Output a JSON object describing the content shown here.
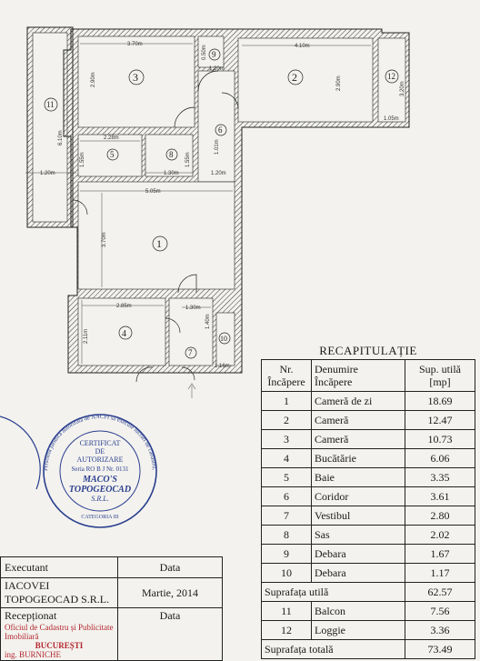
{
  "plan": {
    "rooms": [
      {
        "num": "1"
      },
      {
        "num": "2"
      },
      {
        "num": "3"
      },
      {
        "num": "4"
      },
      {
        "num": "5"
      },
      {
        "num": "6"
      },
      {
        "num": "7"
      },
      {
        "num": "8"
      },
      {
        "num": "9"
      },
      {
        "num": "10"
      },
      {
        "num": "11"
      },
      {
        "num": "12"
      }
    ],
    "dimensions": {
      "d370": "3.70m",
      "d410": "4.10m",
      "d505": "5.05m",
      "d285": "2.85m",
      "d228": "2.28m",
      "d120a": "1.20m",
      "d120b": "1.20m",
      "d120c": "1.20m",
      "d130a": "1.30m",
      "d130b": "1.30m",
      "d155a": "1.55m",
      "d155b": "1.55m",
      "d101": "1.01m",
      "d290": "2.90m",
      "d290b": "2.90m",
      "d370v": "3.70m",
      "d211": "2.11m",
      "d610": "6.10m",
      "d105": "1.05m",
      "d320": "3.20m",
      "d050": "0.50m",
      "d140": "1.40m",
      "d116": "1.16m"
    }
  },
  "recap": {
    "title": "RECAPITULAȚIE",
    "headers": {
      "nr": "Nr.\nÎncăpere",
      "name": "Denumire\nÎncăpere",
      "area": "Sup. utilă\n[mp]"
    },
    "rows": [
      {
        "nr": "1",
        "name": "Cameră de zi",
        "area": "18.69"
      },
      {
        "nr": "2",
        "name": "Cameră",
        "area": "12.47"
      },
      {
        "nr": "3",
        "name": "Cameră",
        "area": "10.73"
      },
      {
        "nr": "4",
        "name": "Bucătărie",
        "area": "6.06"
      },
      {
        "nr": "5",
        "name": "Baie",
        "area": "3.35"
      },
      {
        "nr": "6",
        "name": "Coridor",
        "area": "3.61"
      },
      {
        "nr": "7",
        "name": "Vestibul",
        "area": "2.80"
      },
      {
        "nr": "8",
        "name": "Sas",
        "area": "2.02"
      },
      {
        "nr": "9",
        "name": "Debara",
        "area": "1.67"
      },
      {
        "nr": "10",
        "name": "Debara",
        "area": "1.17"
      }
    ],
    "useful_label": "Suprafața utilă",
    "useful_value": "62.57",
    "extra_rows": [
      {
        "nr": "11",
        "name": "Balcon",
        "area": "7.56"
      },
      {
        "nr": "12",
        "name": "Loggie",
        "area": "3.36"
      }
    ],
    "total_label": "Suprafața totală",
    "total_value": "73.49"
  },
  "stamp": {
    "line1": "CERTIFICAT",
    "line2": "DE",
    "line3": "AUTORIZARE",
    "line4": "Seria RO B J Nr. 0131",
    "line5": "MACO'S",
    "line6": "TOPOGEOCAD",
    "line7": "S.R.L.",
    "arc": "Persoană juridică autorizată de ANCPI să execute lucrări de cadastru, geodezie și cartografie",
    "category": "CATEGORIA III"
  },
  "exec": {
    "executant_label": "Executant",
    "date_label": "Data",
    "executant_name1": "IACOVEI",
    "executant_name2": "TOPOGEOCAD S.R.L.",
    "executant_date": "Martie, 2014",
    "receptionat_label": "Recepționat",
    "receptionat_date_label": "Data",
    "office_line": "Oficiul de Cadastru și Publicitate Imobiliară",
    "city": "BUCUREȘTI",
    "person": "ing. BURNICHE"
  },
  "colors": {
    "stamp_blue": "#2a3f8f",
    "stamp_red": "#b3262e",
    "ink": "#1a1a1a"
  }
}
